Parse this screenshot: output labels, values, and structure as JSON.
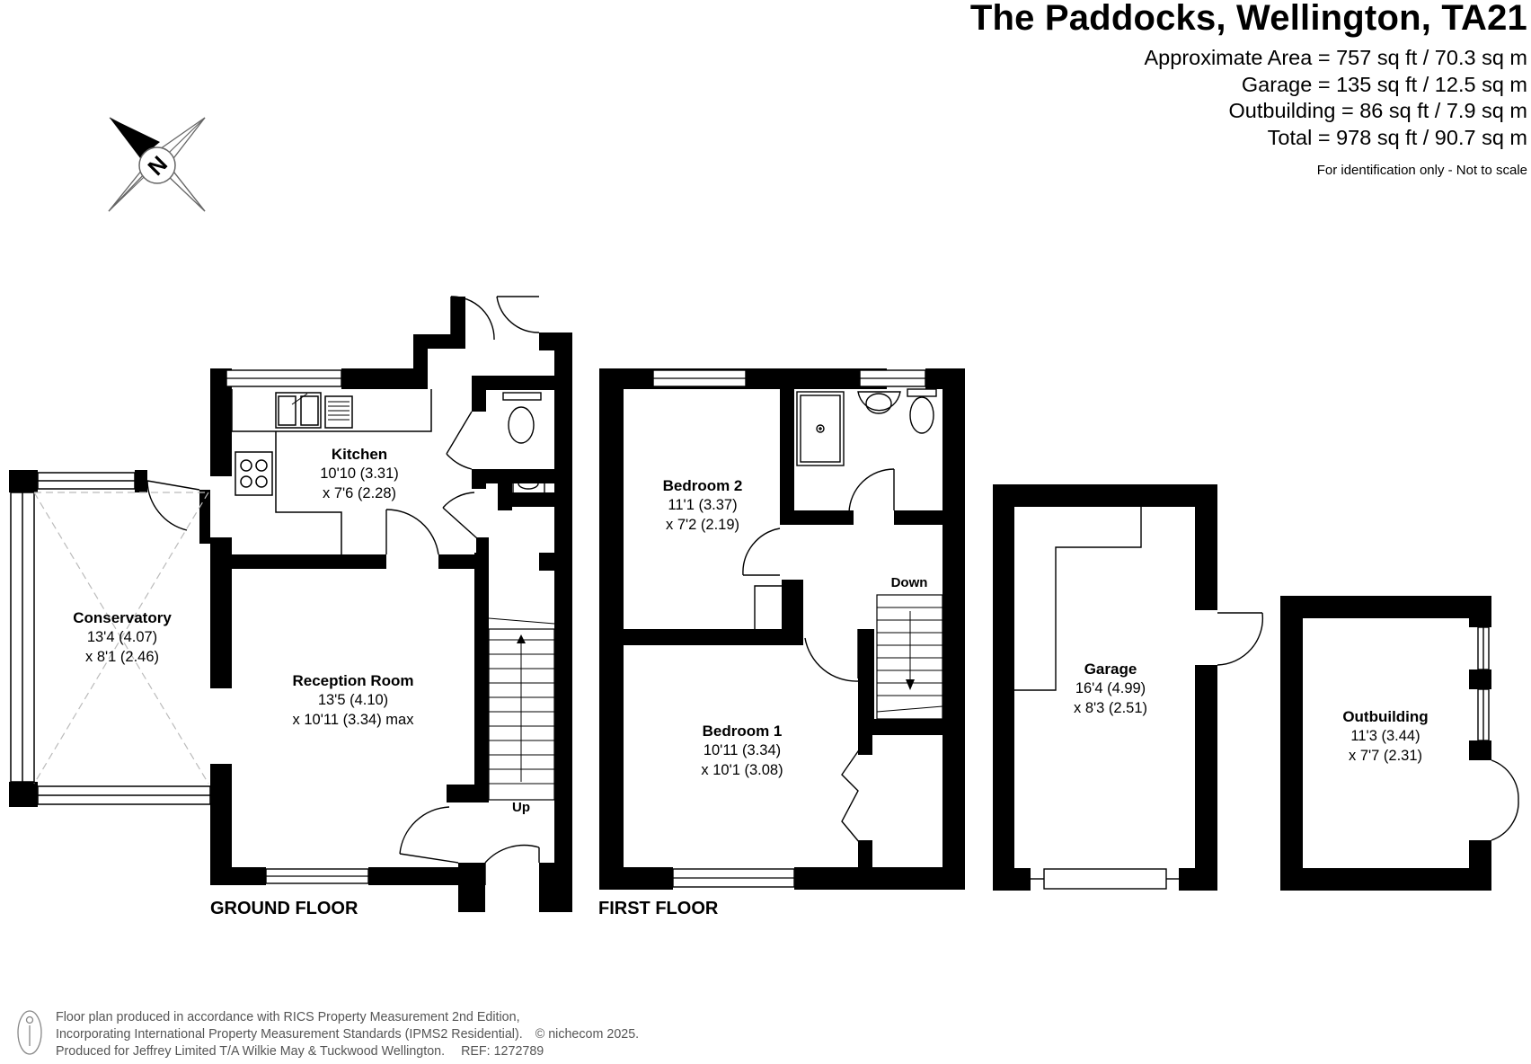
{
  "header": {
    "title": "The Paddocks, Wellington, TA21",
    "areas": [
      "Approximate Area = 757 sq ft / 70.3 sq m",
      "Garage = 135 sq ft / 12.5 sq m",
      "Outbuilding = 86 sq ft / 7.9 sq m",
      "Total = 978 sq ft / 90.7 sq m"
    ],
    "disclaimer": "For identification only - Not to scale"
  },
  "compass": {
    "label": "N"
  },
  "floors": {
    "ground": "GROUND FLOOR",
    "first": "FIRST FLOOR"
  },
  "rooms": {
    "kitchen": {
      "name": "Kitchen",
      "dim1": "10'10 (3.31)",
      "dim2": "x 7'6 (2.28)"
    },
    "conservatory": {
      "name": "Conservatory",
      "dim1": "13'4 (4.07)",
      "dim2": "x 8'1 (2.46)"
    },
    "reception": {
      "name": "Reception Room",
      "dim1": "13'5 (4.10)",
      "dim2": "x 10'11 (3.34) max"
    },
    "bedroom2": {
      "name": "Bedroom 2",
      "dim1": "11'1 (3.37)",
      "dim2": "x 7'2 (2.19)"
    },
    "bedroom1": {
      "name": "Bedroom 1",
      "dim1": "10'11 (3.34)",
      "dim2": "x 10'1 (3.08)"
    },
    "garage": {
      "name": "Garage",
      "dim1": "16'4 (4.99)",
      "dim2": "x 8'3 (2.51)"
    },
    "outbuilding": {
      "name": "Outbuilding",
      "dim1": "11'3 (3.44)",
      "dim2": "x 7'7 (2.31)"
    }
  },
  "stairs": {
    "up": "Up",
    "down": "Down"
  },
  "footer": {
    "lines": [
      "Floor plan produced in accordance with RICS Property Measurement 2nd Edition,",
      "Incorporating International Property Measurement Standards (IPMS2 Residential).",
      "Produced for Jeffrey Limited T/A Wilkie May & Tuckwood Wellington."
    ],
    "copyright": "© nichecom 2025.",
    "ref": "REF: 1272789"
  }
}
